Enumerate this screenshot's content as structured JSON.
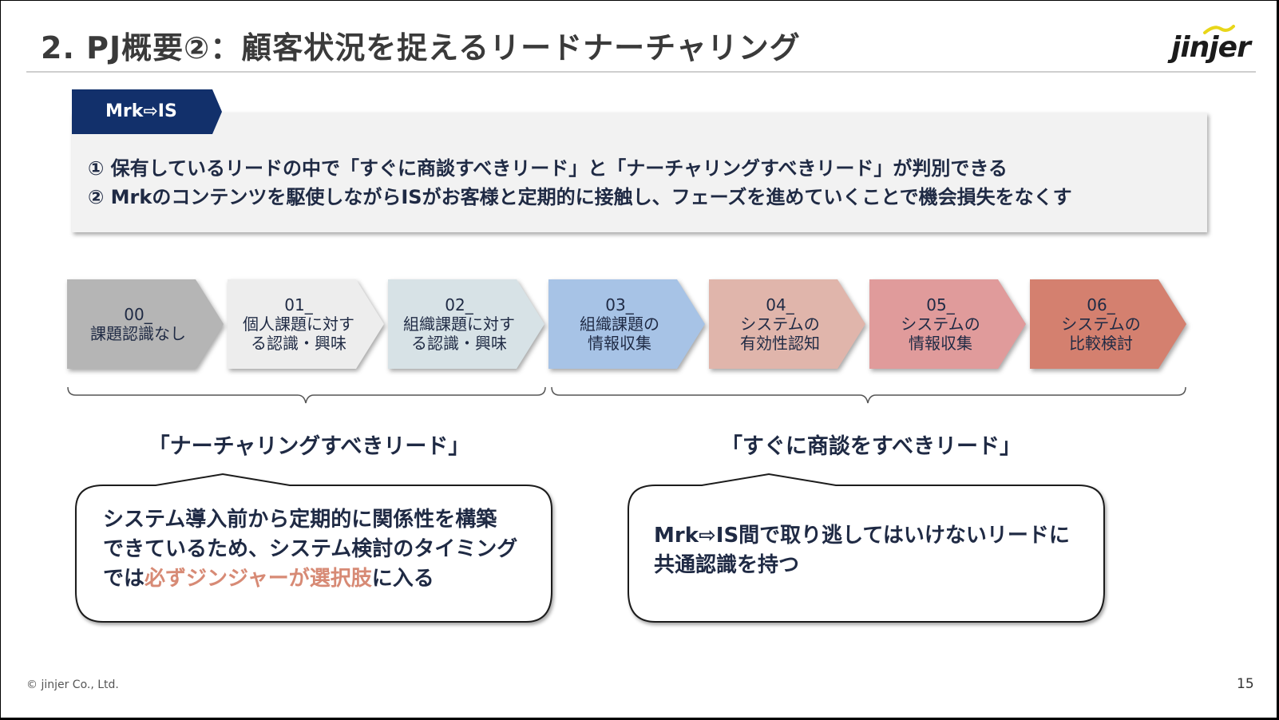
{
  "header": {
    "title": "2. PJ概要②：顧客状況を捉えるリードナーチャリング",
    "logo_text": "jinjer"
  },
  "summary": {
    "tag": "Mrk⇨IS",
    "lines": [
      "① 保有しているリードの中で「すぐに商談すべきリード」と「ナーチャリングすべきリード」が判別できる",
      "② Mrkのコンテンツを駆使しながらISがお客様と定期的に接触し、フェーズを進めていくことで機会損失をなくす"
    ]
  },
  "stages": [
    {
      "number": "00_",
      "line1": "課題認識なし",
      "line2": "",
      "color": "#b5b5b5"
    },
    {
      "number": "01_",
      "line1": "個人課題に対す",
      "line2": "る認識・興味",
      "color": "#ededed"
    },
    {
      "number": "02_",
      "line1": "組織課題に対す",
      "line2": "る認識・興味",
      "color": "#d7e2e6"
    },
    {
      "number": "03_",
      "line1": "組織課題の",
      "line2": "情報収集",
      "color": "#a7c3e6"
    },
    {
      "number": "04_",
      "line1": "システムの",
      "line2": "有効性認知",
      "color": "#e0b5ab"
    },
    {
      "number": "05_",
      "line1": "システムの",
      "line2": "情報収集",
      "color": "#e09b9b"
    },
    {
      "number": "06_",
      "line1": "システムの",
      "line2": "比較検討",
      "color": "#d4806f"
    }
  ],
  "groups": {
    "nurture": {
      "label": "「ナーチャリングすべきリード」",
      "bubble_line1": "システム導入前から定期的に関係性を構築",
      "bubble_line2": "できているため、システム検討のタイミング",
      "bubble_line3_prefix": "では",
      "bubble_line3_highlight": "必ずジンジャーが選択肢",
      "bubble_line3_suffix": "に入る"
    },
    "sales": {
      "label": "「すぐに商談をすべきリード」",
      "bubble_line1": "Mrk⇨IS間で取り逃してはいけないリードに",
      "bubble_line2": "共通認識を持つ"
    }
  },
  "footer": {
    "copyright": "© jinjer Co., Ltd.",
    "page_number": "15"
  },
  "colors": {
    "navy": "#12306b",
    "text": "#1f2a44",
    "accent": "#d78a75",
    "logo_yellow": "#e8d619"
  }
}
